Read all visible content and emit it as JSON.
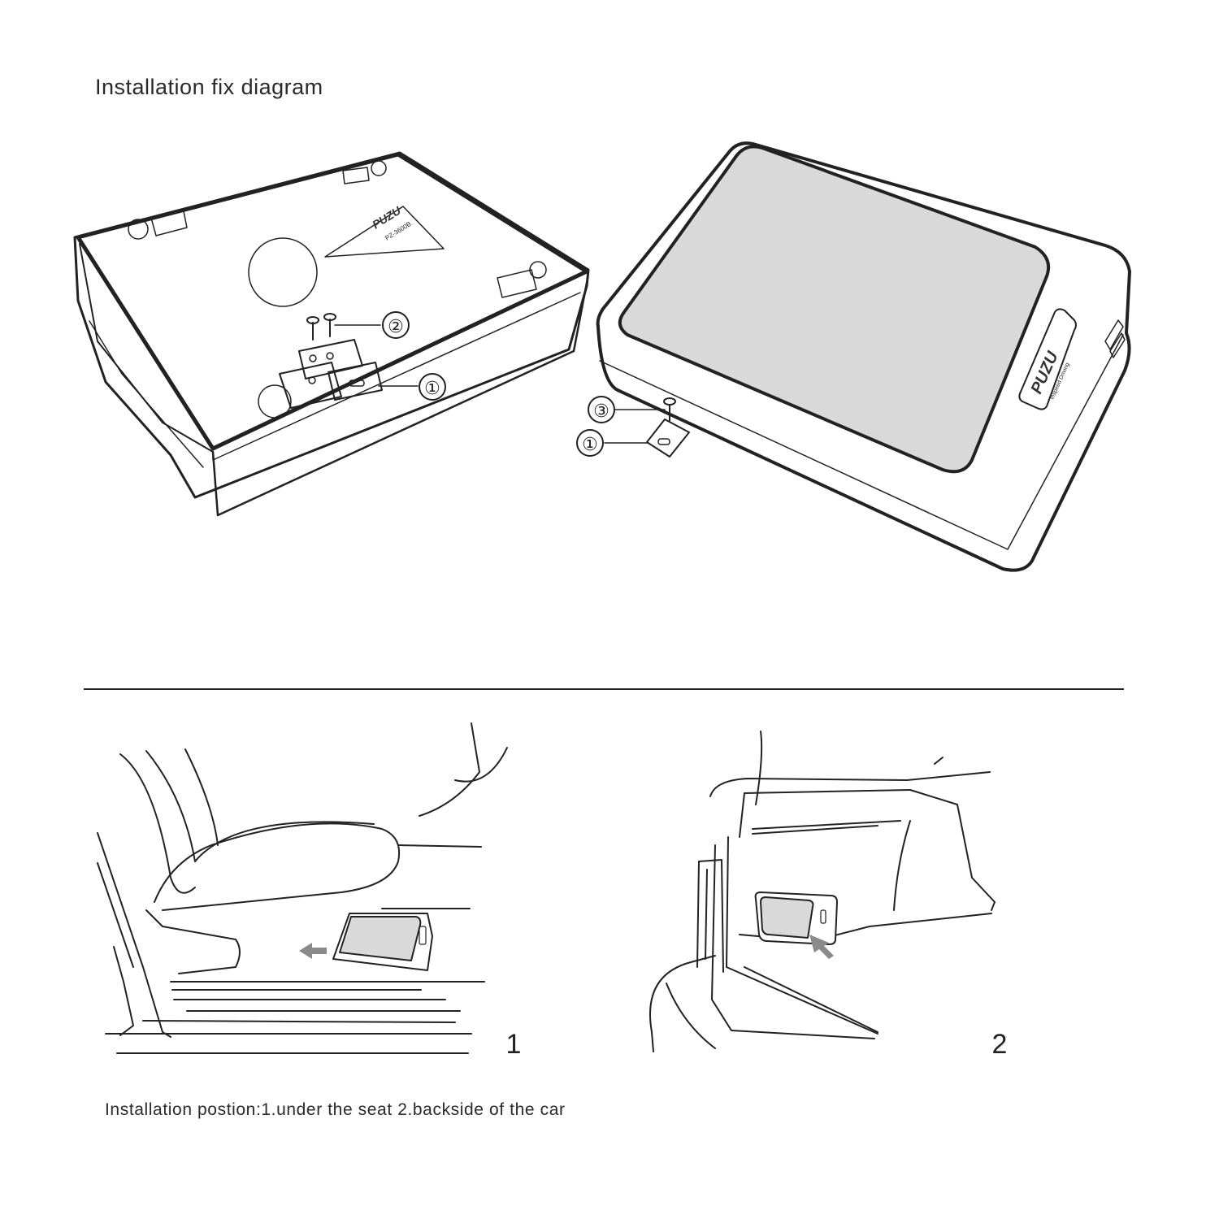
{
  "header": {
    "title": "Installation fix diagram"
  },
  "top_left_figure": {
    "brand_logo": "PUZU",
    "model_text": "PZ-3600B",
    "callouts": [
      "①",
      "②"
    ]
  },
  "top_right_figure": {
    "brand_logo": "PUZU",
    "tagline": "Inspired Driving",
    "callouts": [
      "③",
      "①"
    ]
  },
  "bottom_figures": {
    "panel_1_number": "1",
    "panel_2_number": "2"
  },
  "footer": {
    "caption": "Installation postion:1.under the seat 2.backside of the car"
  },
  "colors": {
    "line": "#222222",
    "panel_fill": "#d9d9d9",
    "arrow": "#8a8a8a"
  },
  "icons": {
    "arrow_left": "arrow-left-icon",
    "arrow_diag": "arrow-up-left-icon"
  }
}
